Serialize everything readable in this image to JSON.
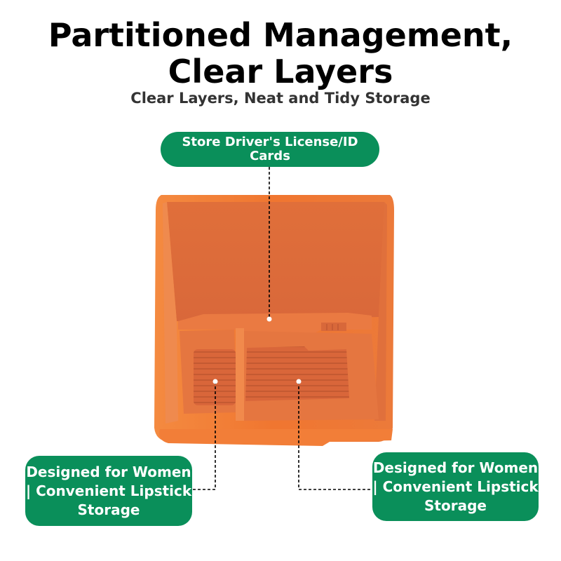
{
  "header": {
    "title": "Partitioned Management, Clear Layers",
    "subtitle": "Clear Layers, Neat and Tidy Storage"
  },
  "callouts": {
    "top": "Store Driver's License/ID Cards",
    "left": "Designed for Women | Convenient Lipstick Storage",
    "right": "Designed for Women | Convenient Lipstick Storage"
  },
  "colors": {
    "pill": "#0a8f5a",
    "product": "#f07a3a"
  }
}
